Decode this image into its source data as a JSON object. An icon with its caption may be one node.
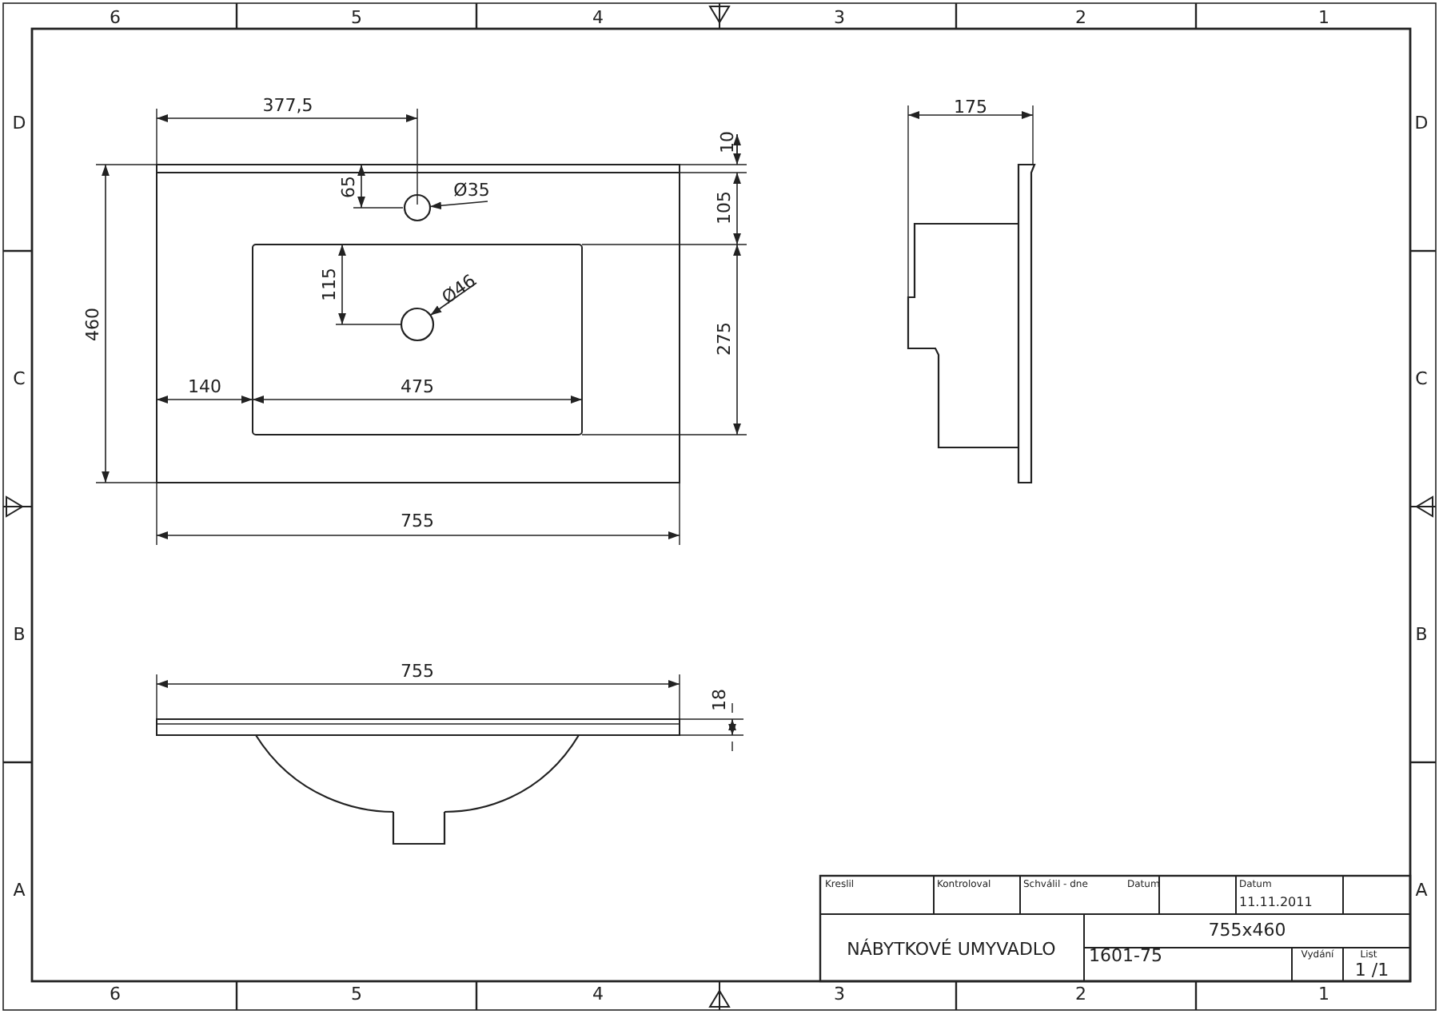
{
  "diagram": {
    "nodes": [
      {
        "text": [
          "Ø35"
        ]
      },
      {
        "text": [],
        "shape": "circle"
      },
      {
        "text": [
          "Ø46"
        ]
      },
      {
        "text": [],
        "shape": "circle"
      }
    ],
    "edges": [
      {
        "from": 0,
        "to": 1,
        "arrow": "to"
      },
      {
        "from": 2,
        "to": 3,
        "arrow": "to"
      }
    ],
    "labels": [
      "6",
      "5",
      "4",
      "3",
      "2",
      "1",
      "D",
      "C",
      "B",
      "A",
      "D",
      "C",
      "B",
      "A",
      "377,5",
      "10",
      "65",
      "105",
      "115",
      "460",
      "275",
      "140",
      "475",
      "755",
      "175",
      "755",
      "18",
      "Kreslil",
      "Kontroloval",
      "Schválil - dne",
      "Datum",
      "Datum",
      "11.11.2011",
      "NÁBYTKOVÉ UMYVADLO",
      "755x460",
      "1601-75",
      "Vydání",
      "List",
      "1 /1",
      "6",
      "5",
      "4",
      "3",
      "2",
      "1"
    ]
  }
}
